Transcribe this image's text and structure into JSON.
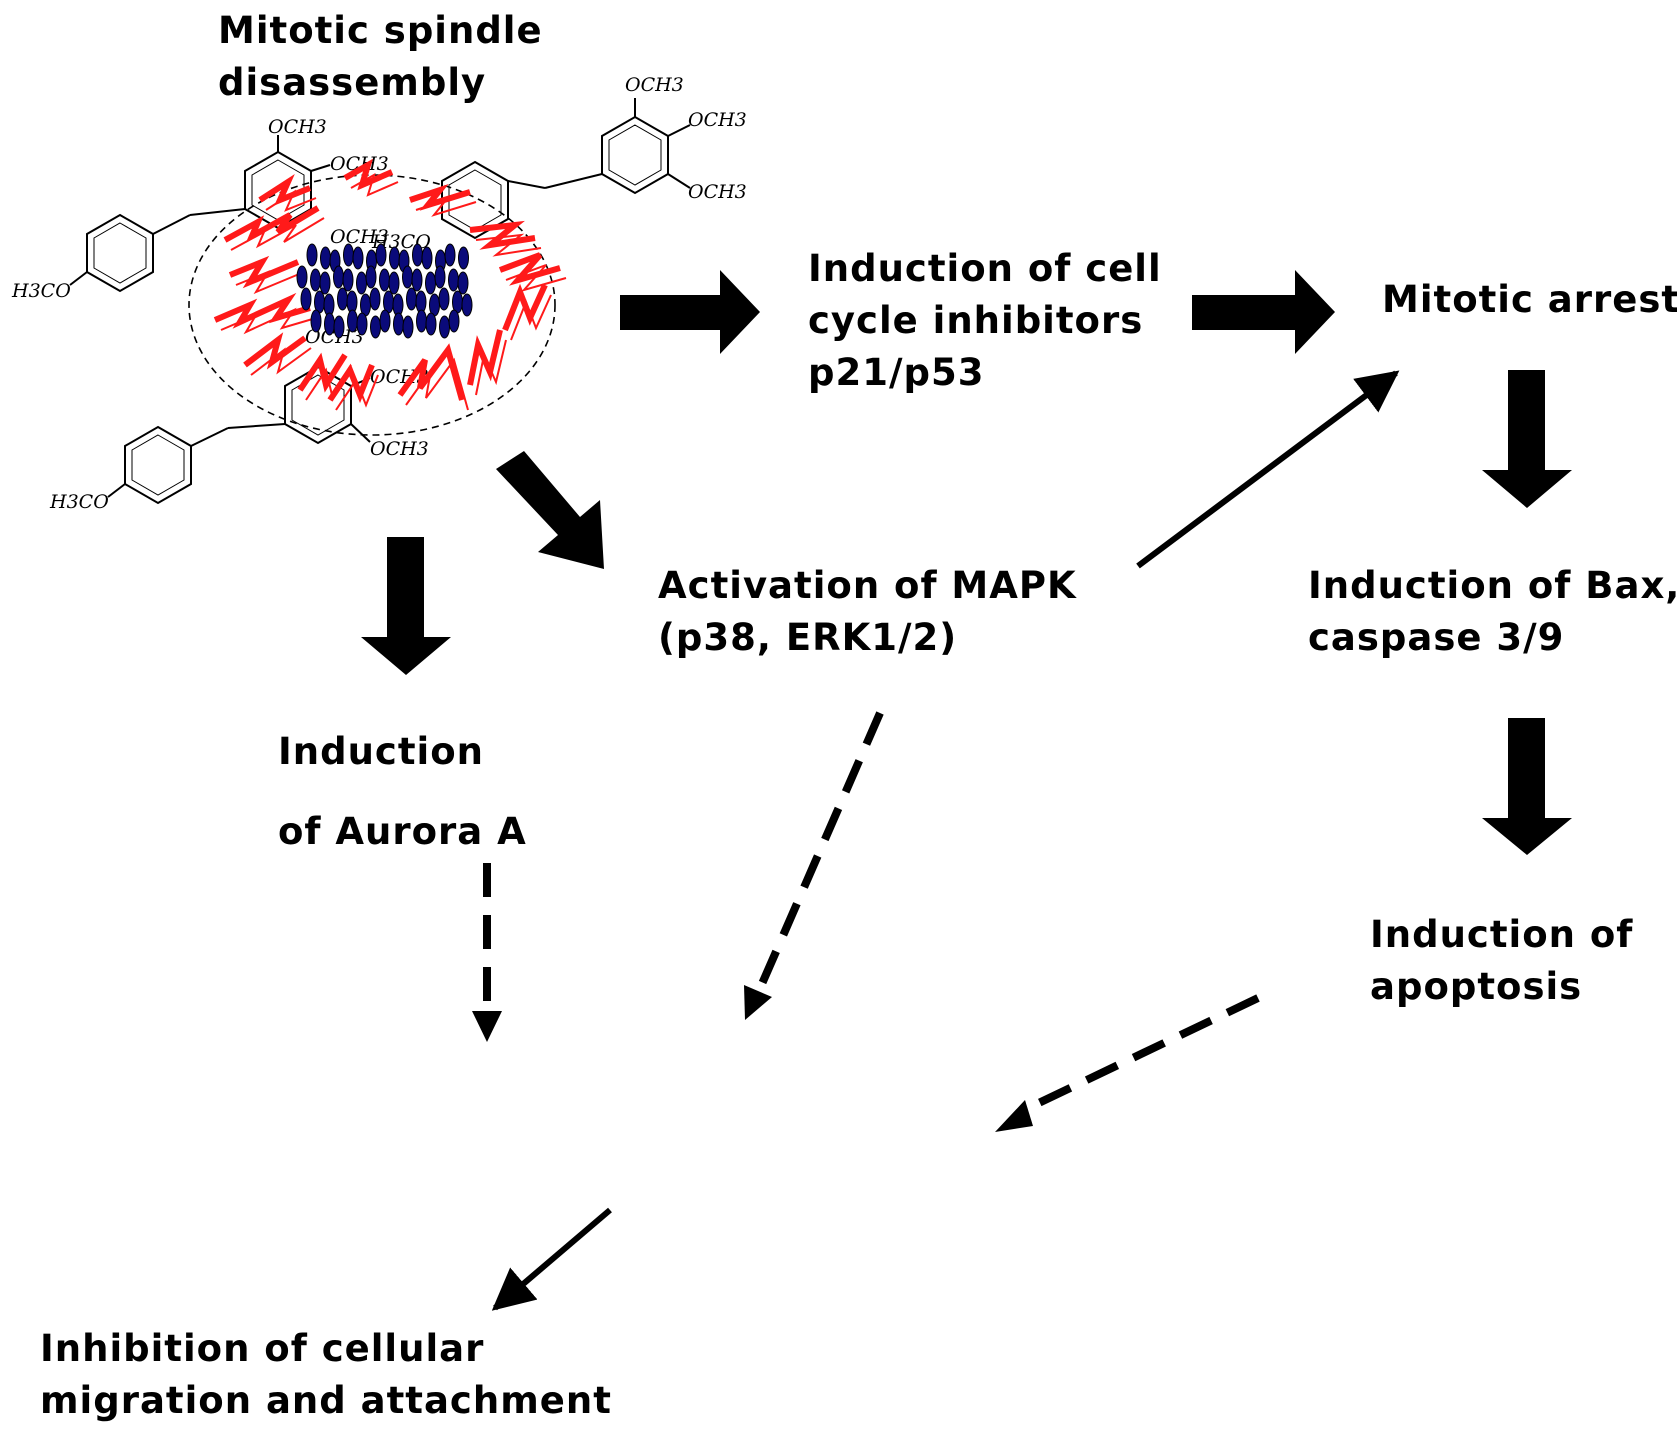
{
  "labels": {
    "spindle": [
      "Mitotic spindle",
      "disassembly"
    ],
    "cell_cycle": [
      "Induction of cell",
      "cycle inhibitors",
      "p21/p53"
    ],
    "mitotic_arrest": [
      "Mitotic arrest"
    ],
    "mapk": [
      "Activation of MAPK",
      "(p38, ERK1/2)"
    ],
    "bax": [
      "Induction of Bax,",
      "caspase 3/9"
    ],
    "aurora": [
      "Induction",
      "of Aurora A"
    ],
    "apoptosis": [
      "Induction of",
      "apoptosis"
    ],
    "migration": [
      "Inhibition of cellular",
      "migration and attachment"
    ]
  },
  "molecule_labels": {
    "och3": "OCH3",
    "h3co": "H3CO"
  },
  "colors": {
    "arrow": "#000000",
    "microtubule": "#ff1a1a",
    "chromosome": "#0a0a7a"
  }
}
